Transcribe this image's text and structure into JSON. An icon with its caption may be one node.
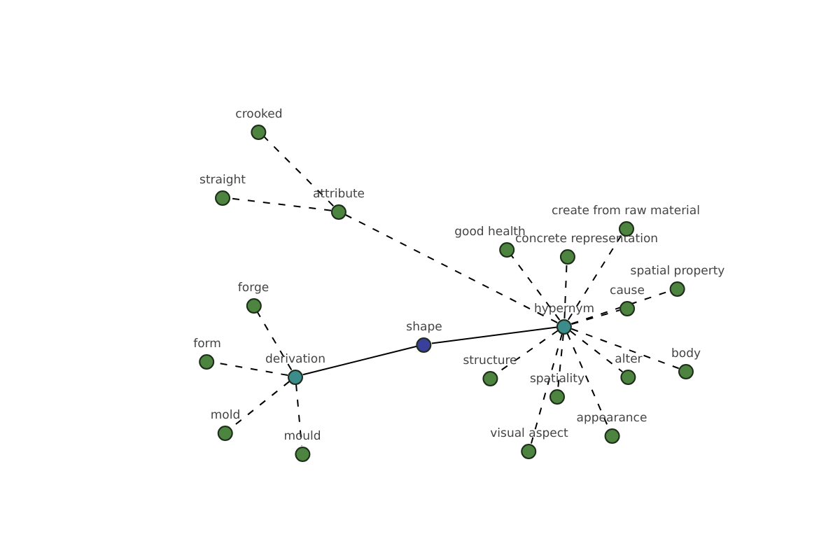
{
  "diagram": {
    "nodes": [
      {
        "text": [
          "crooked"
        ]
      },
      {
        "text": [
          "straight"
        ]
      },
      {
        "text": [
          "attribute"
        ]
      },
      {
        "text": [
          "forge"
        ]
      },
      {
        "text": [
          "form"
        ]
      },
      {
        "text": [
          "derivation"
        ]
      },
      {
        "text": [
          "mold"
        ]
      },
      {
        "text": [
          "mould"
        ]
      },
      {
        "text": [
          "shape"
        ]
      },
      {
        "text": [
          "hypernym"
        ]
      },
      {
        "text": [
          "good health"
        ]
      },
      {
        "text": [
          "concrete representation"
        ]
      },
      {
        "text": [
          "create from raw material"
        ]
      },
      {
        "text": [
          "spatial property"
        ]
      },
      {
        "text": [
          "cause"
        ]
      },
      {
        "text": [
          "structure"
        ]
      },
      {
        "text": [
          "spatiality"
        ]
      },
      {
        "text": [
          "alter"
        ]
      },
      {
        "text": [
          "body"
        ]
      },
      {
        "text": [
          "visual aspect"
        ]
      },
      {
        "text": [
          "appearance"
        ]
      }
    ],
    "edges": [
      {
        "from": 8,
        "to": 5,
        "arrow": "none"
      },
      {
        "from": 8,
        "to": 9,
        "arrow": "none"
      },
      {
        "from": 2,
        "to": 0,
        "arrow": "none",
        "style": "dashed"
      },
      {
        "from": 2,
        "to": 1,
        "arrow": "none",
        "style": "dashed"
      },
      {
        "from": 9,
        "to": 2,
        "arrow": "none",
        "style": "dashed"
      },
      {
        "from": 5,
        "to": 3,
        "arrow": "none",
        "style": "dashed"
      },
      {
        "from": 5,
        "to": 4,
        "arrow": "none",
        "style": "dashed"
      },
      {
        "from": 5,
        "to": 6,
        "arrow": "none",
        "style": "dashed"
      },
      {
        "from": 5,
        "to": 7,
        "arrow": "none",
        "style": "dashed"
      },
      {
        "from": 9,
        "to": 10,
        "arrow": "none",
        "style": "dashed"
      },
      {
        "from": 9,
        "to": 11,
        "arrow": "none",
        "style": "dashed"
      },
      {
        "from": 9,
        "to": 12,
        "arrow": "none",
        "style": "dashed"
      },
      {
        "from": 9,
        "to": 13,
        "arrow": "none",
        "style": "dashed"
      },
      {
        "from": 9,
        "to": 14,
        "arrow": "none",
        "style": "dashed"
      },
      {
        "from": 9,
        "to": 15,
        "arrow": "none",
        "style": "dashed"
      },
      {
        "from": 9,
        "to": 16,
        "arrow": "none",
        "style": "dashed"
      },
      {
        "from": 9,
        "to": 17,
        "arrow": "none",
        "style": "dashed"
      },
      {
        "from": 9,
        "to": 18,
        "arrow": "none",
        "style": "dashed"
      },
      {
        "from": 9,
        "to": 19,
        "arrow": "none",
        "style": "dashed"
      },
      {
        "from": 9,
        "to": 20,
        "arrow": "none",
        "style": "dashed"
      }
    ]
  }
}
